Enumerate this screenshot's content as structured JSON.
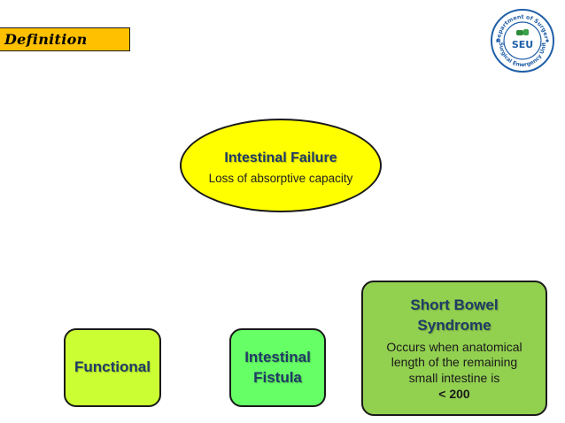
{
  "header": {
    "section_label": "Definition",
    "logo": {
      "arc_top": "Department of Surgery",
      "center": "SEU",
      "arc_bottom": "Surgical Emergency Unit"
    }
  },
  "diagram": {
    "root": {
      "title": "Intestinal Failure",
      "subtitle": "Loss of absorptive capacity"
    },
    "children": [
      {
        "lines": [
          "Functional"
        ]
      },
      {
        "lines": [
          "Intestinal",
          "Fistula"
        ]
      },
      {
        "lines": [
          "Short Bowel",
          "Syndrome"
        ],
        "description": [
          "Occurs when anatomical",
          "length of the remaining",
          "small intestine is"
        ],
        "threshold": "< 200"
      }
    ]
  },
  "colors": {
    "label_bg": "#ffc000",
    "root_fill": "#ffff00",
    "functional_fill": "#ccff33",
    "fistula_fill": "#66ff66",
    "sbs_fill": "#92d050",
    "title_text": "#1f3b66"
  }
}
